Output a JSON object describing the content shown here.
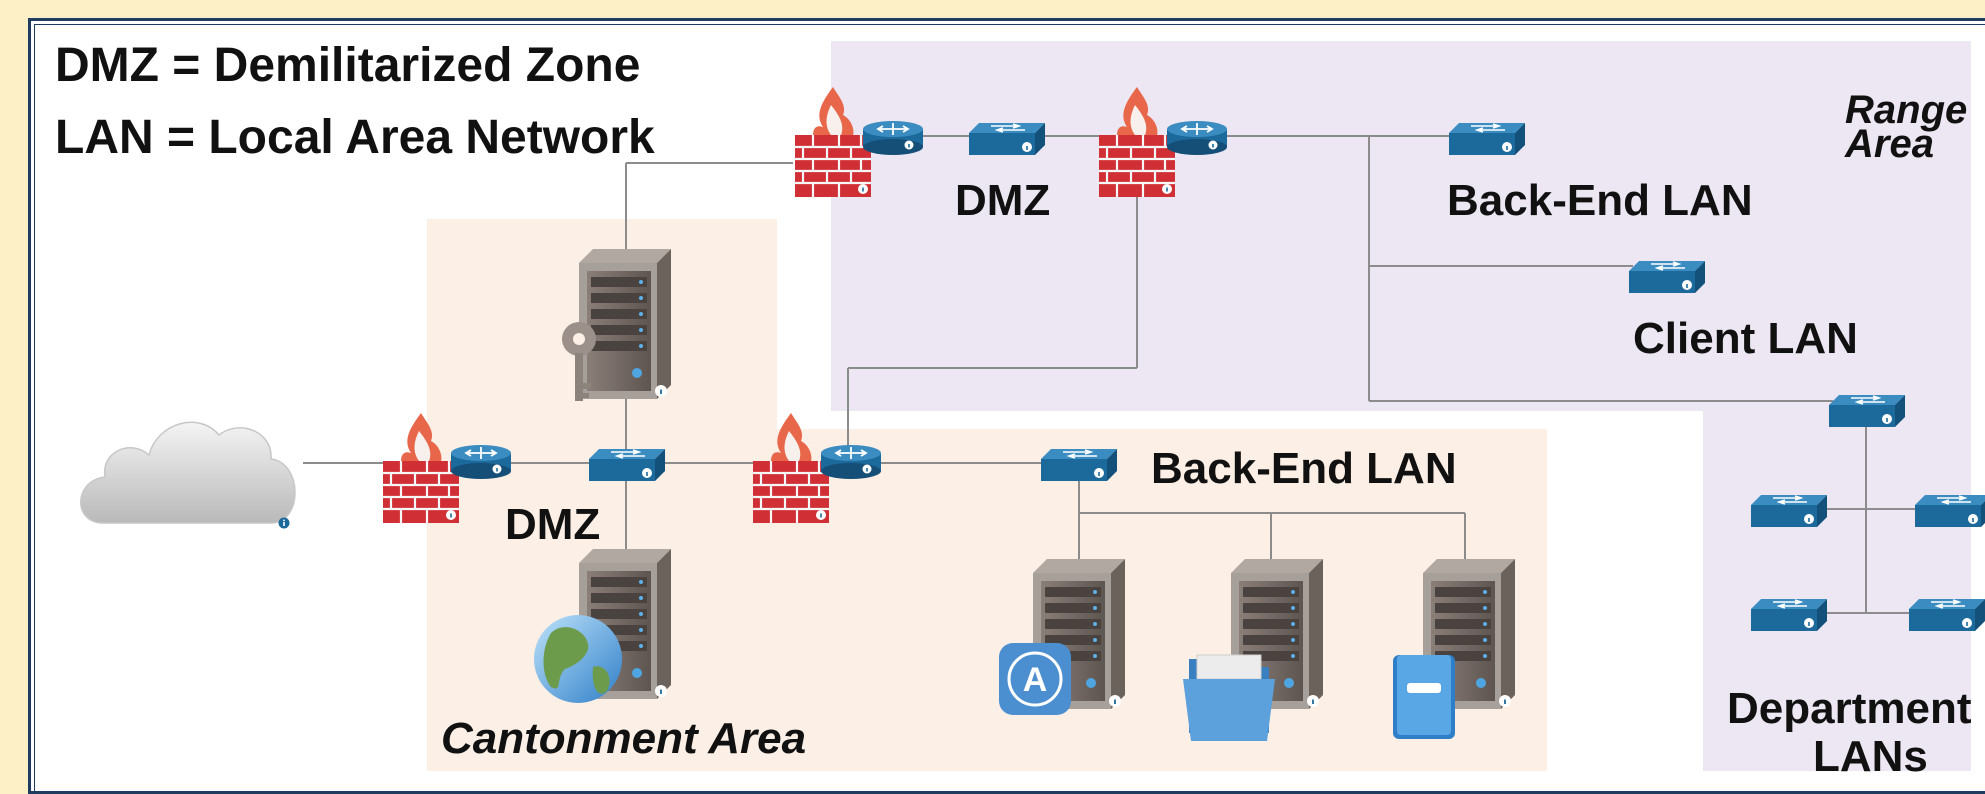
{
  "legend": {
    "dmz": "DMZ = Demilitarized Zone",
    "lan": "LAN = Local Area Network"
  },
  "zones": {
    "range_line1": "Range",
    "range_line2": "Area",
    "cantonment": "Cantonment Area"
  },
  "labels": {
    "dmz_top": "DMZ",
    "dmz_bottom": "DMZ",
    "backend_top": "Back-End LAN",
    "client": "Client LAN",
    "backend_bottom": "Back-End LAN",
    "dept_line1": "Department",
    "dept_line2": "LANs"
  },
  "colors": {
    "page_bg": "#fdefc6",
    "frame_border": "#1f3b5e",
    "range_zone": "#ece7f2",
    "cantonment_zone": "#fbefe6",
    "device_blue": "#1c6a9c",
    "firewall_red": "#cf2f35",
    "line_gray": "#8c8c8c"
  },
  "icons": [
    "cloud-icon",
    "firewall-icon",
    "router-icon",
    "switch-icon",
    "server-icon",
    "key-icon",
    "globe-icon",
    "app-icon",
    "folder-icon",
    "book-icon",
    "info-icon"
  ]
}
